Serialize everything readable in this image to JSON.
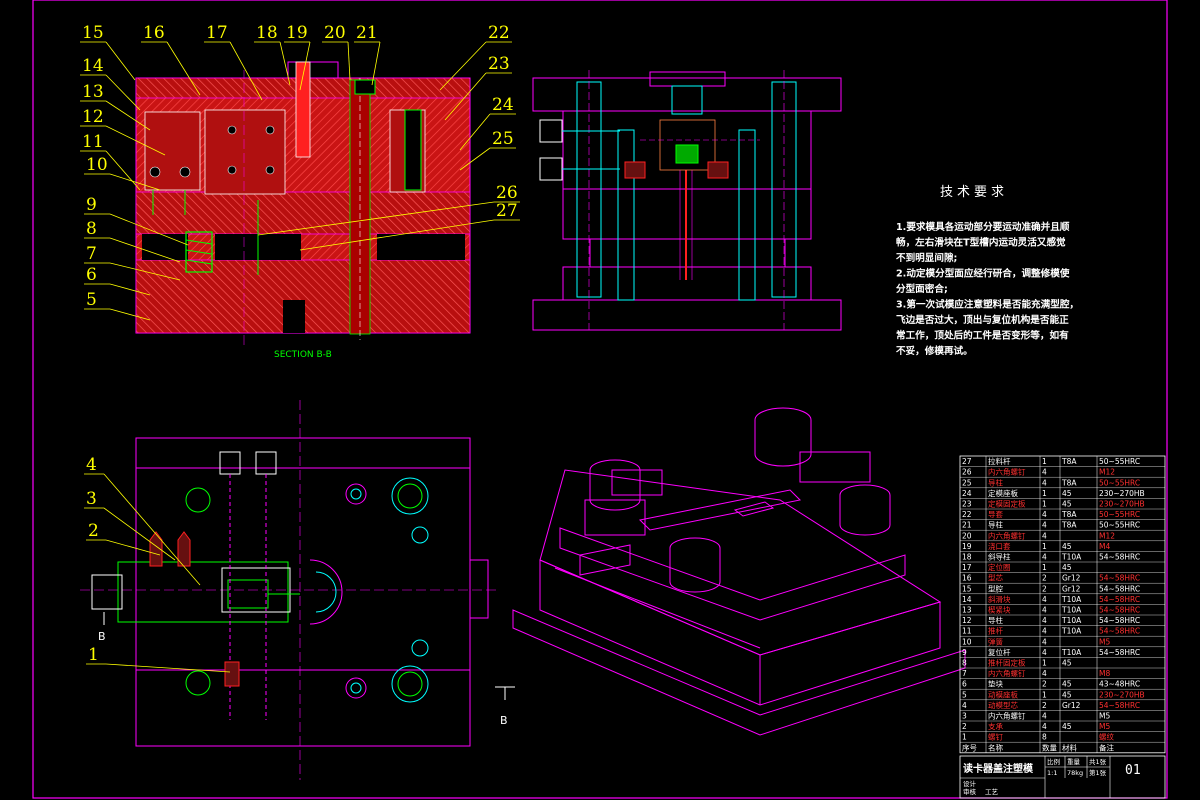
{
  "colors": {
    "background": "#000000",
    "frame": "#ff00ff",
    "section_fill": "#cc1111",
    "leader": "#ffff00",
    "centerline": "#ff00ff",
    "cyan": "#00ffff",
    "green": "#00ff00",
    "white": "#ffffff",
    "red": "#ff2020"
  },
  "section_view": {
    "label": "SECTION B-B",
    "callouts": [
      "15",
      "16",
      "17",
      "18",
      "19",
      "20",
      "21",
      "22",
      "14",
      "23",
      "13",
      "24",
      "12",
      "25",
      "11",
      "10",
      "26",
      "27",
      "9",
      "8",
      "7",
      "6",
      "5"
    ]
  },
  "plan_view": {
    "callouts": [
      "4",
      "3",
      "2",
      "1"
    ],
    "section_marks": [
      "B",
      "B"
    ]
  },
  "tech_requirements": {
    "title": "技术要求",
    "lines": [
      "1.要求模具各运动部分要运动准确并且顺",
      "畅，左右滑块在T型槽内运动灵活又感觉",
      "不到明显间隙;",
      "2.动定模分型面应经行研合，调整修模使",
      "分型面密合;",
      "3.第一次试模应注意塑料是否能充满型腔，",
      "飞边是否过大，顶出与复位机构是否能正",
      "常工作，顶处后的工件是否变形等，如有",
      "不妥，修模再试。"
    ]
  },
  "bom": {
    "rows": [
      {
        "no": "27",
        "name": "拉料杆",
        "qty": "1",
        "mat": "T8A",
        "note": "50~55HRC"
      },
      {
        "no": "26",
        "name": "内六角螺钉",
        "qty": "4",
        "mat": "",
        "note": "M12"
      },
      {
        "no": "25",
        "name": "导柱",
        "qty": "4",
        "mat": "T8A",
        "note": "50~55HRC"
      },
      {
        "no": "24",
        "name": "定模座板",
        "qty": "1",
        "mat": "45",
        "note": "230~270HB"
      },
      {
        "no": "23",
        "name": "定模固定板",
        "qty": "1",
        "mat": "45",
        "note": "230~270HB"
      },
      {
        "no": "22",
        "name": "导套",
        "qty": "4",
        "mat": "T8A",
        "note": "50~55HRC"
      },
      {
        "no": "21",
        "name": "导柱",
        "qty": "4",
        "mat": "T8A",
        "note": "50~55HRC"
      },
      {
        "no": "20",
        "name": "内六角螺钉",
        "qty": "4",
        "mat": "",
        "note": "M12"
      },
      {
        "no": "19",
        "name": "浇口套",
        "qty": "1",
        "mat": "45",
        "note": "M4"
      },
      {
        "no": "18",
        "name": "斜导柱",
        "qty": "4",
        "mat": "T10A",
        "note": "54~58HRC"
      },
      {
        "no": "17",
        "name": "定位圈",
        "qty": "1",
        "mat": "45",
        "note": ""
      },
      {
        "no": "16",
        "name": "型芯",
        "qty": "2",
        "mat": "Gr12",
        "note": "54~58HRC"
      },
      {
        "no": "15",
        "name": "型腔",
        "qty": "2",
        "mat": "Gr12",
        "note": "54~58HRC"
      },
      {
        "no": "14",
        "name": "斜滑块",
        "qty": "4",
        "mat": "T10A",
        "note": "54~58HRC"
      },
      {
        "no": "13",
        "name": "楔紧块",
        "qty": "4",
        "mat": "T10A",
        "note": "54~58HRC"
      },
      {
        "no": "12",
        "name": "导柱",
        "qty": "4",
        "mat": "T10A",
        "note": "54~58HRC"
      },
      {
        "no": "11",
        "name": "推杆",
        "qty": "4",
        "mat": "T10A",
        "note": "54~58HRC"
      },
      {
        "no": "10",
        "name": "弹簧",
        "qty": "4",
        "mat": "",
        "note": "M5"
      },
      {
        "no": "9",
        "name": "复位杆",
        "qty": "4",
        "mat": "T10A",
        "note": "54~58HRC"
      },
      {
        "no": "8",
        "name": "推杆固定板",
        "qty": "1",
        "mat": "45",
        "note": ""
      },
      {
        "no": "7",
        "name": "内六角螺钉",
        "qty": "4",
        "mat": "",
        "note": "M8"
      },
      {
        "no": "6",
        "name": "垫块",
        "qty": "2",
        "mat": "45",
        "note": "43~48HRC"
      },
      {
        "no": "5",
        "name": "动模座板",
        "qty": "1",
        "mat": "45",
        "note": "230~270HB"
      },
      {
        "no": "4",
        "name": "动模型芯",
        "qty": "2",
        "mat": "Gr12",
        "note": "54~58HRC"
      },
      {
        "no": "3",
        "name": "内六角螺钉",
        "qty": "4",
        "mat": "",
        "note": "M5"
      },
      {
        "no": "2",
        "name": "支承",
        "qty": "4",
        "mat": "45",
        "note": "M5"
      },
      {
        "no": "1",
        "name": "螺钉",
        "qty": "8",
        "mat": "",
        "note": "螺纹"
      }
    ],
    "header": {
      "no": "序号",
      "name": "名称",
      "qty": "数量",
      "mat": "材料",
      "note": "备注"
    }
  },
  "title_block": {
    "title": "读卡器盖注塑模",
    "code": "01",
    "scale_label": "比例",
    "scale": "1:1",
    "weight_label": "重量",
    "weight": "78kg",
    "sheets": "共1张",
    "sheet": "第1张",
    "rows": [
      "设计",
      "审核",
      "工艺"
    ]
  }
}
